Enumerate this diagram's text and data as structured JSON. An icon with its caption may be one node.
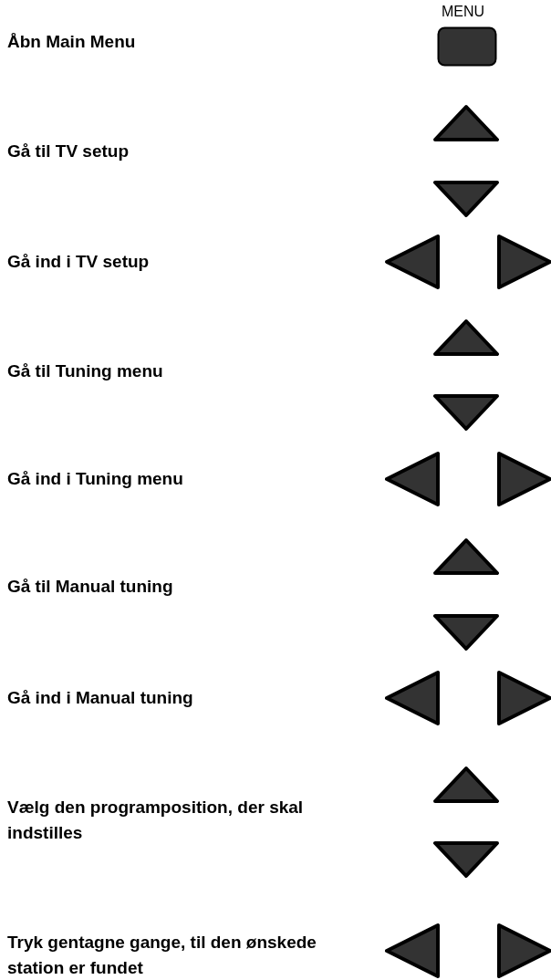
{
  "diagram": {
    "labels": [
      "MENU",
      "Åbn Main Menu",
      "Gå til TV setup",
      "Gå ind i TV setup",
      "Gå til Tuning menu",
      "Gå ind i Tuning menu",
      "Gå til Manual tuning",
      "Gå ind i Manual tuning",
      "Vælg den programposition, der skal indstilles",
      "Tryk gentagne gange, til den ønskede station er fundet"
    ]
  }
}
